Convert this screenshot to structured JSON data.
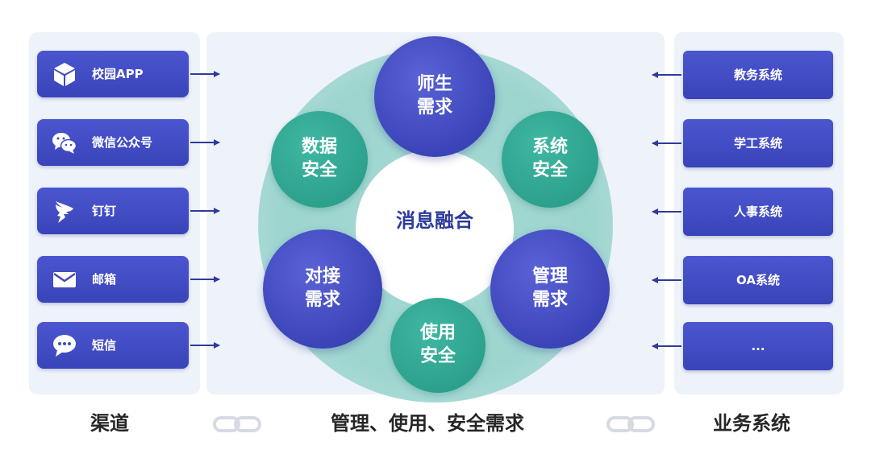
{
  "channels": [
    {
      "label": "校园APP",
      "icon": "cube-icon"
    },
    {
      "label": "微信公众号",
      "icon": "wechat-icon"
    },
    {
      "label": "钉钉",
      "icon": "dingtalk-icon"
    },
    {
      "label": "邮箱",
      "icon": "mail-icon"
    },
    {
      "label": "短信",
      "icon": "sms-icon"
    }
  ],
  "systems": [
    {
      "label": "教务系统"
    },
    {
      "label": "学工系统"
    },
    {
      "label": "人事系统"
    },
    {
      "label": "OA系统"
    },
    {
      "label": "..."
    }
  ],
  "center": {
    "title": "消息融合",
    "nodes": [
      {
        "label": "师生需求",
        "style": "blue"
      },
      {
        "label": "系统安全",
        "style": "green"
      },
      {
        "label": "管理需求",
        "style": "blue"
      },
      {
        "label": "使用安全",
        "style": "green"
      },
      {
        "label": "对接需求",
        "style": "blue"
      },
      {
        "label": "数据安全",
        "style": "green"
      }
    ]
  },
  "footer": {
    "left": "渠道",
    "middle": "管理、使用、安全需求",
    "right": "业务系统"
  },
  "colors": {
    "box_blue": "#3f49c0",
    "ring_teal": "#a3d8d2",
    "bubble_green": "#2fa590",
    "arrow": "#2f3a9c"
  }
}
